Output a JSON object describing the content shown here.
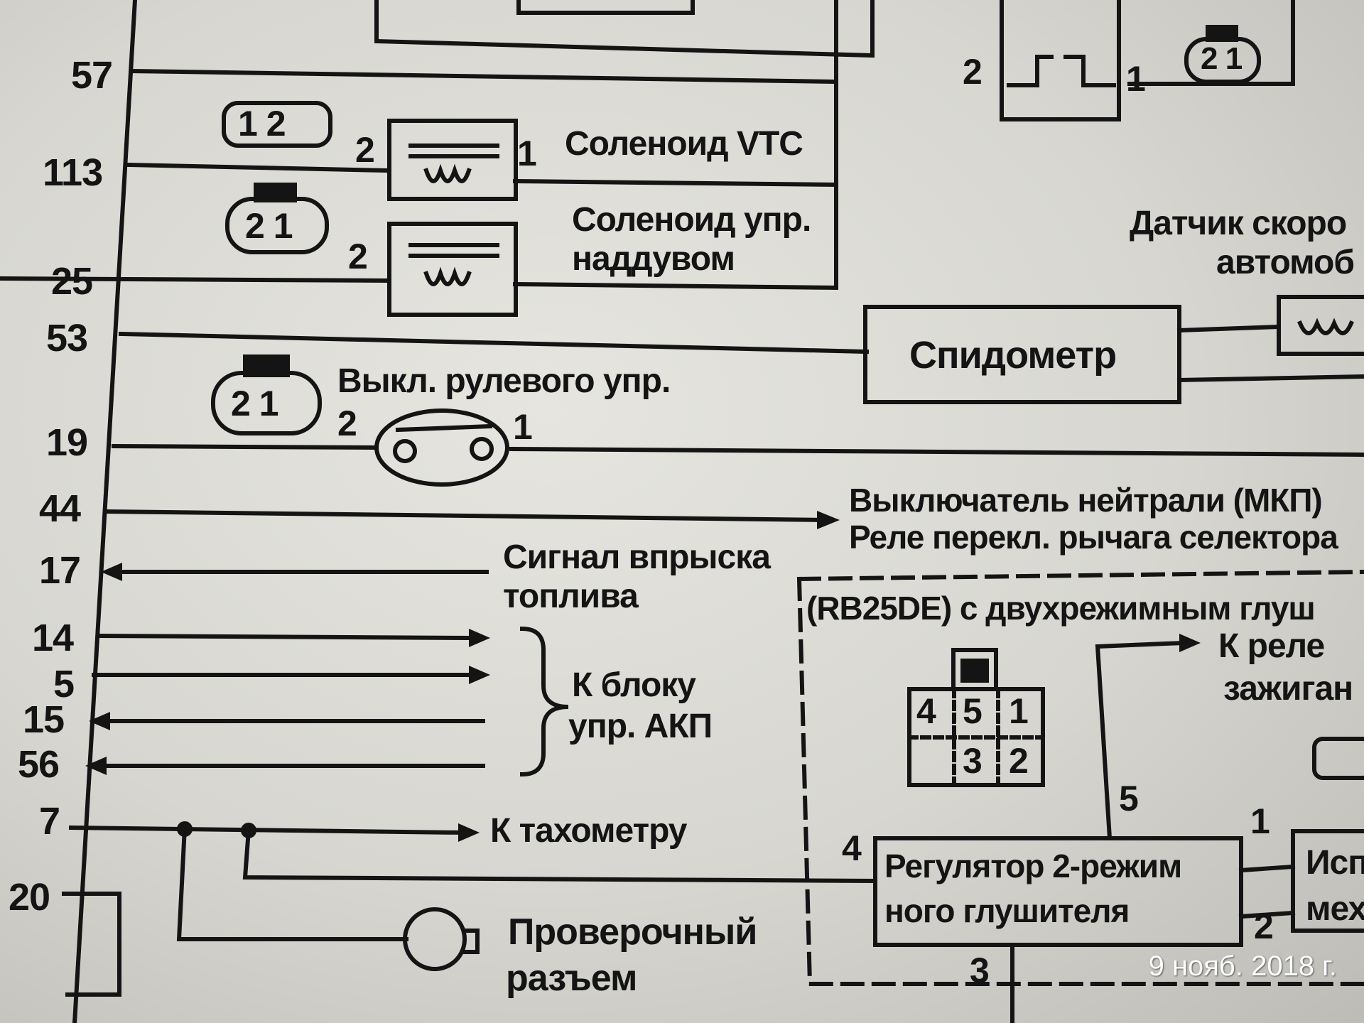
{
  "pins": [
    "57",
    "113",
    "25",
    "53",
    "19",
    "44",
    "17",
    "14",
    "5",
    "15",
    "56",
    "7",
    "20"
  ],
  "connectors": {
    "vtc": "1 2",
    "two_one": "2 1",
    "top_right": "2 1",
    "five_pin": [
      "4",
      "5",
      "1",
      "3",
      "2"
    ]
  },
  "components": {
    "solenoid_vtc": "Соленоид VTC",
    "boost_solenoid_1": "Соленоид упр.",
    "boost_solenoid_2": "наддувом",
    "speedometer": "Спидометр",
    "speed_sensor_1": "Датчик скоро",
    "speed_sensor_2": "автомоб",
    "steering_switch": "Выкл. рулевого упр.",
    "neutral_switch": "Выключатель нейтрали (МКП)",
    "selector_relay": "Реле перекл. рычага селектора",
    "injection_signal_1": "Сигнал впрыска",
    "injection_signal_2": "топлива",
    "atc_unit_1": "К блоку",
    "atc_unit_2": "упр. АКП",
    "tachometer": "К тахометру",
    "check_connector_1": "Проверочный",
    "check_connector_2": "разъем",
    "dual_mode_title": "(RB25DE) с двухрежимным глуш",
    "ignition_relay_1": "К реле",
    "ignition_relay_2": "зажиган",
    "muffler_regulator_1": "Регулятор 2-режим",
    "muffler_regulator_2": "ного глушителя",
    "actuator_1": "Исп",
    "actuator_2": "мех"
  },
  "terminal_numbers": {
    "vtc_left": "2",
    "vtc_right": "1",
    "boost_left": "2",
    "steer_left": "2",
    "steer_right": "1",
    "top_left": "2",
    "top_right": "1",
    "reg_in": "4",
    "reg_out5": "5",
    "reg_out1": "1",
    "reg_out2": "2",
    "reg_out3": "3"
  },
  "timestamp": "9 нояб. 2018 г."
}
